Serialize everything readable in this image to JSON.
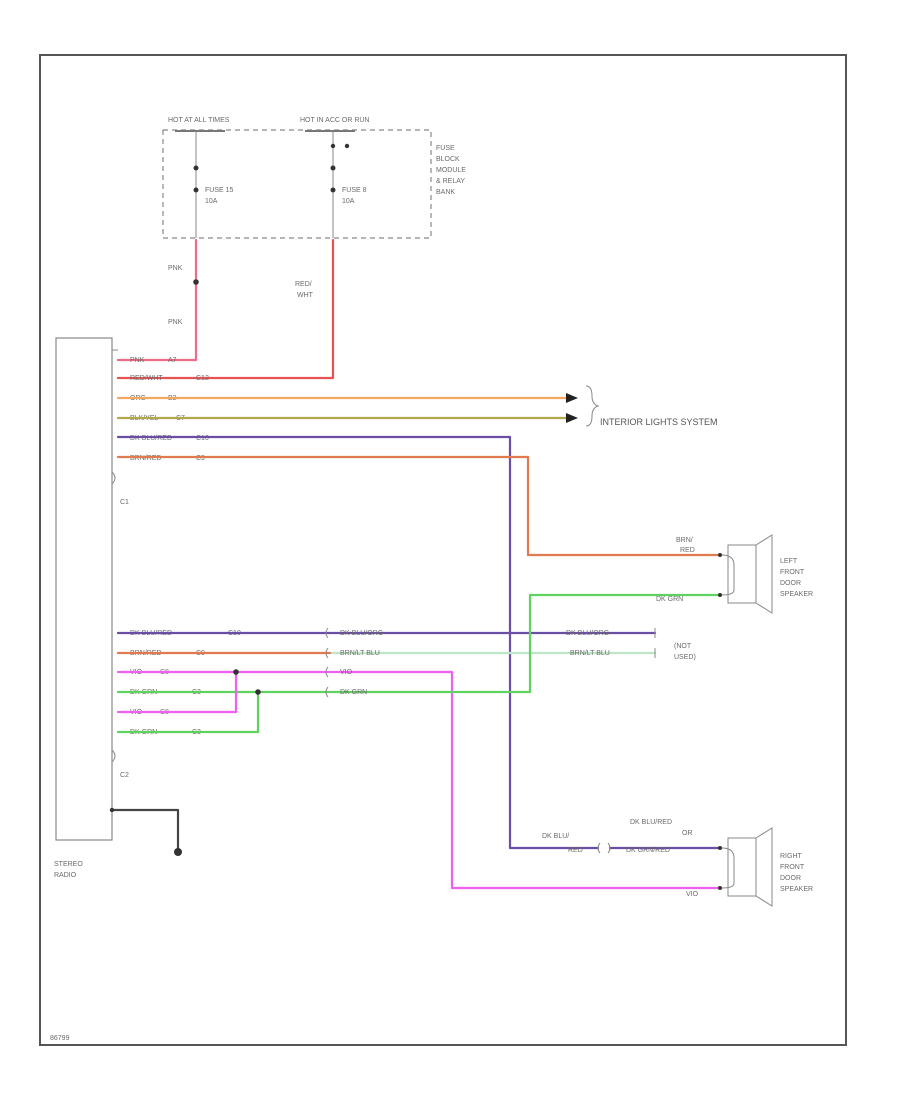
{
  "fuse_block": {
    "hot_at_all_times": "HOT AT ALL TIMES",
    "hot_in_acc": "HOT IN ACC OR RUN",
    "fuse_left": "FUSE 15",
    "fuse_left_rating": "10A",
    "fuse_right": "FUSE 8",
    "fuse_right_rating": "10A",
    "block_name": [
      "FUSE",
      "BLOCK",
      "MODULE",
      "& RELAY",
      "BANK"
    ]
  },
  "feed_labels": {
    "pnk_upper": "PNK",
    "pnk_lower": "PNK",
    "red_wht": [
      "RED/",
      "WHT"
    ]
  },
  "radio": {
    "name": [
      "STEREO",
      "RADIO"
    ],
    "connector_c1": "C1",
    "connector_c2": "C2"
  },
  "c1_wires": [
    {
      "color": "PNK",
      "pin": "A7"
    },
    {
      "color": "RED/WHT",
      "pin": "C12"
    },
    {
      "color": "ORG",
      "pin": "B2"
    },
    {
      "color": "BLK/YEL",
      "pin": "C7"
    },
    {
      "color": "DK BLU/RED",
      "pin": "C10"
    },
    {
      "color": "BRN/RED",
      "pin": "C9"
    }
  ],
  "c2_wires": [
    {
      "color": "DK BLU/RED",
      "pin": "C10"
    },
    {
      "color": "BRN/RED",
      "pin": "C9"
    },
    {
      "color": "VIO",
      "pin": "C8"
    },
    {
      "color": "DK GRN",
      "pin": "C3"
    },
    {
      "color": "VIO",
      "pin": "C8"
    },
    {
      "color": "DK GRN",
      "pin": "C3"
    }
  ],
  "splice_labels": [
    "DK BLU/ORG",
    "BRN/LT BLU",
    "VIO",
    "DK GRN"
  ],
  "not_used": {
    "wire1": "DK BLU/ORG",
    "wire2": "BRN/LT BLU",
    "label": [
      "(NOT",
      "USED)"
    ]
  },
  "interior_lights": "INTERIOR LIGHTS SYSTEM",
  "left_speaker": {
    "name": [
      "LEFT",
      "FRONT",
      "DOOR",
      "SPEAKER"
    ],
    "wire_top": [
      "BRN/",
      "RED"
    ],
    "wire_bottom": "DK GRN"
  },
  "right_speaker": {
    "name": [
      "RIGHT",
      "FRONT",
      "DOOR",
      "SPEAKER"
    ],
    "wire_top_alt": [
      "DK BLU/RED",
      "OR",
      "DK GRN/RED"
    ],
    "wire_left": [
      "DK BLU/",
      "RED"
    ],
    "wire_bottom": "VIO"
  },
  "diagram_id": "86799",
  "colors": {
    "pink": "#f06b85",
    "red": "#e85252",
    "orange": "#f2a860",
    "yellow_black": "#b2a84a",
    "dk_blue": "#6a4ea5",
    "brown_red": "#e07a4f",
    "green": "#5fd35f",
    "violet": "#f060f0",
    "lt_blue": "#bde6c9"
  }
}
